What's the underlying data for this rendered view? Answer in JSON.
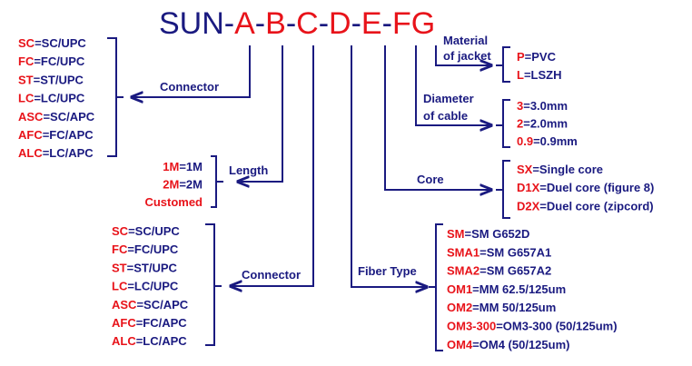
{
  "colors": {
    "navy": "#1a1a80",
    "red": "#e8131a"
  },
  "title": {
    "prefix": "SUN-",
    "parts": [
      {
        "text": "A",
        "sep": "-"
      },
      {
        "text": "B",
        "sep": "-"
      },
      {
        "text": "C",
        "sep": "-"
      },
      {
        "text": "D",
        "sep": "-"
      },
      {
        "text": "E",
        "sep": "-"
      },
      {
        "text": "FG",
        "sep": ""
      }
    ]
  },
  "groups": {
    "connector_a": {
      "label": "Connector",
      "items": [
        {
          "code": "SC",
          "desc": "SC/UPC"
        },
        {
          "code": "FC",
          "desc": "FC/UPC"
        },
        {
          "code": "ST",
          "desc": "ST/UPC"
        },
        {
          "code": "LC",
          "desc": "LC/UPC"
        },
        {
          "code": "ASC",
          "desc": "SC/APC"
        },
        {
          "code": "AFC",
          "desc": "FC/APC"
        },
        {
          "code": "ALC",
          "desc": "LC/APC"
        }
      ]
    },
    "length": {
      "label": "Length",
      "items": [
        {
          "code": "1M",
          "desc": "1M"
        },
        {
          "code": "2M",
          "desc": "2M"
        },
        {
          "code": "Customed",
          "desc": ""
        }
      ]
    },
    "connector_c": {
      "label": "Connector",
      "items": [
        {
          "code": "SC",
          "desc": "SC/UPC"
        },
        {
          "code": "FC",
          "desc": "FC/UPC"
        },
        {
          "code": "ST",
          "desc": "ST/UPC"
        },
        {
          "code": "LC",
          "desc": "LC/UPC"
        },
        {
          "code": "ASC",
          "desc": "SC/APC"
        },
        {
          "code": "AFC",
          "desc": "FC/APC"
        },
        {
          "code": "ALC",
          "desc": "LC/APC"
        }
      ]
    },
    "fiber_type": {
      "label": "Fiber Type",
      "items": [
        {
          "code": "SM",
          "desc": "SM G652D"
        },
        {
          "code": "SMA1",
          "desc": "SM G657A1"
        },
        {
          "code": "SMA2",
          "desc": "SM G657A2"
        },
        {
          "code": "OM1",
          "desc": "MM 62.5/125um"
        },
        {
          "code": "OM2",
          "desc": "MM 50/125um"
        },
        {
          "code": "OM3-300",
          "desc": "OM3-300 (50/125um)"
        },
        {
          "code": "OM4",
          "desc": "OM4 (50/125um)"
        }
      ]
    },
    "core": {
      "label": "Core",
      "items": [
        {
          "code": "SX",
          "desc": "Single core"
        },
        {
          "code": "D1X",
          "desc": "Duel core (figure 8)"
        },
        {
          "code": "D2X",
          "desc": "Duel core (zipcord)"
        }
      ]
    },
    "diameter": {
      "label_lines": [
        "Diameter",
        "of cable"
      ],
      "items": [
        {
          "code": "3",
          "desc": "3.0mm"
        },
        {
          "code": "2",
          "desc": "2.0mm"
        },
        {
          "code": "0.9",
          "desc": "0.9mm"
        }
      ]
    },
    "jacket": {
      "label_lines": [
        "Material",
        "of jacket"
      ],
      "items": [
        {
          "code": "P",
          "desc": "PVC"
        },
        {
          "code": "L",
          "desc": "LSZH"
        }
      ]
    }
  }
}
